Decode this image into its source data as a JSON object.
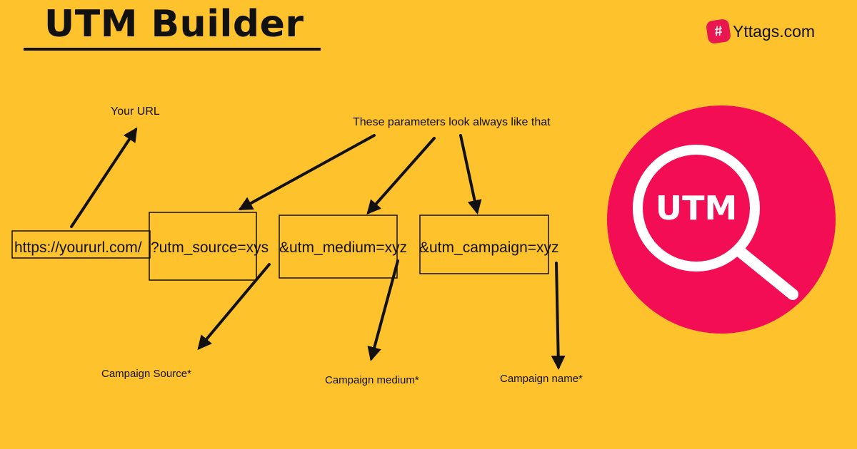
{
  "header": {
    "title": "UTM Builder",
    "brand_name": "Yttags.com",
    "brand_icon": "hash-icon",
    "brand_color": "#e8174f"
  },
  "diagram": {
    "url_part": "https://yoururl.com/",
    "source_part": "?utm_source=xys",
    "medium_part": "&utm_medium=xyz",
    "campaign_part": "&utm_campaign=xyz",
    "url_label": "Your URL",
    "params_label": "These parameters look always like that",
    "source_label": "Campaign Source*",
    "medium_label": "Campaign medium*",
    "name_label": "Campaign name*"
  },
  "badge": {
    "text": "UTM",
    "icon": "magnifier-icon",
    "color": "#f20d55"
  },
  "colors": {
    "background": "#fdc22c",
    "ink": "#111111"
  }
}
